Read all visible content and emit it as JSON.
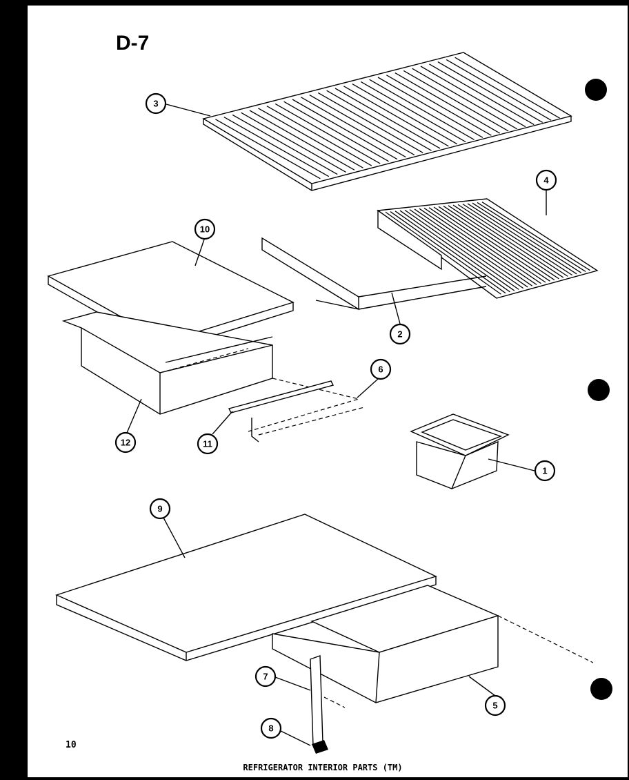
{
  "page_code": "D-7",
  "page_number": "10",
  "caption": "REFRIGERATOR INTERIOR PARTS (TM)",
  "callouts": [
    "1",
    "2",
    "3",
    "4",
    "5",
    "6",
    "7",
    "8",
    "9",
    "10",
    "11",
    "12"
  ]
}
